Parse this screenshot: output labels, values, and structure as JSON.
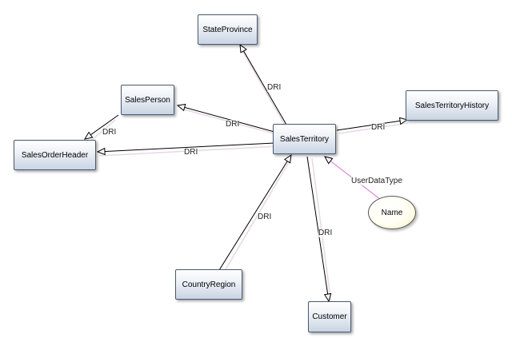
{
  "nodes": {
    "state_province": "StateProvince",
    "sales_person": "SalesPerson",
    "sales_territory_history": "SalesTerritoryHistory",
    "sales_territory": "SalesTerritory",
    "sales_order_header": "SalesOrderHeader",
    "name": "Name",
    "country_region": "CountryRegion",
    "customer": "Customer"
  },
  "edge_labels": {
    "state_province": "DRI",
    "sales_person_to_header": "DRI",
    "sales_person": "DRI",
    "sales_order_header": "DRI",
    "sales_territory_history": "DRI",
    "name": "UserDataType",
    "country_region": "DRI",
    "customer": "DRI"
  },
  "colors": {
    "edge": "#000000",
    "edge_shadow": "#e2d2e2",
    "user_type_edge": "#d070d0",
    "node_border": "#4a5a70",
    "ellipse_fill": "#fffff0"
  }
}
